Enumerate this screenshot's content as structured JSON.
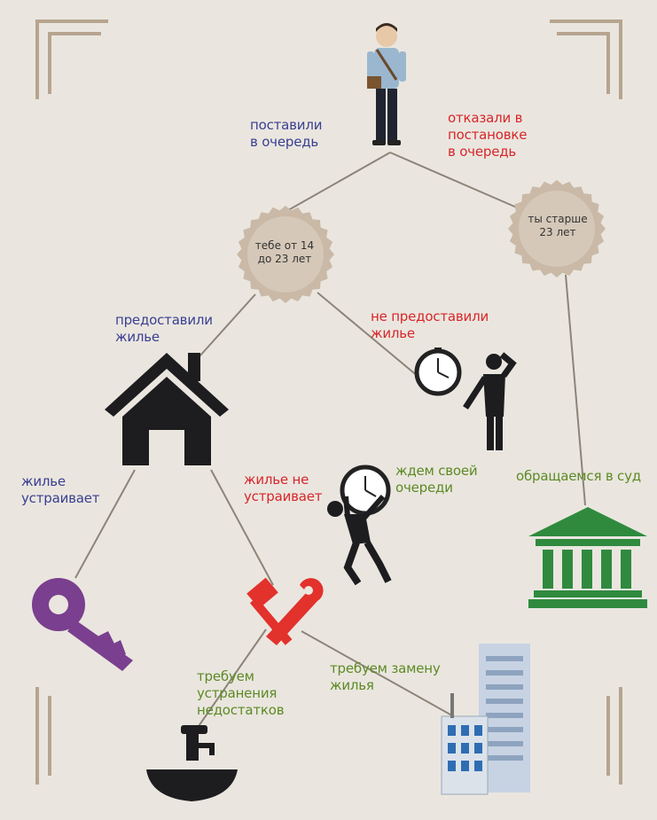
{
  "nodes": {
    "root_person": {
      "icon": "person-icon"
    },
    "age_badge": {
      "text": "тебе от 14\nдо 23 лет"
    },
    "older_badge": {
      "text": "ты старше\n23 лет"
    }
  },
  "edges": {
    "queued": "поставили\nв очередь",
    "refused_queue": "отказали в\nпостановке\nв очередь",
    "housing_given": "предоставили\nжилье",
    "housing_not_given": "не предоставили\nжилье",
    "housing_ok": "жилье\nустраивает",
    "housing_not_ok": "жилье не\nустраивает",
    "wait_turn": "ждем своей\nочереди",
    "go_court": "обращаемся в суд",
    "fix_defects": "требуем\nустранения\nнедостатков",
    "replace_housing": "требуем замену\nжилья"
  },
  "colors": {
    "blue": "#3a3f92",
    "red": "#d8262a",
    "green": "#5c8a24",
    "badge": "#c9b9a6",
    "line": "#8c8479"
  },
  "icons": [
    "person-icon",
    "house-icon",
    "worried-man-clock-icon",
    "man-carrying-clock-icon",
    "courthouse-icon",
    "key-icon",
    "tools-icon",
    "faucet-sink-icon",
    "buildings-icon"
  ]
}
